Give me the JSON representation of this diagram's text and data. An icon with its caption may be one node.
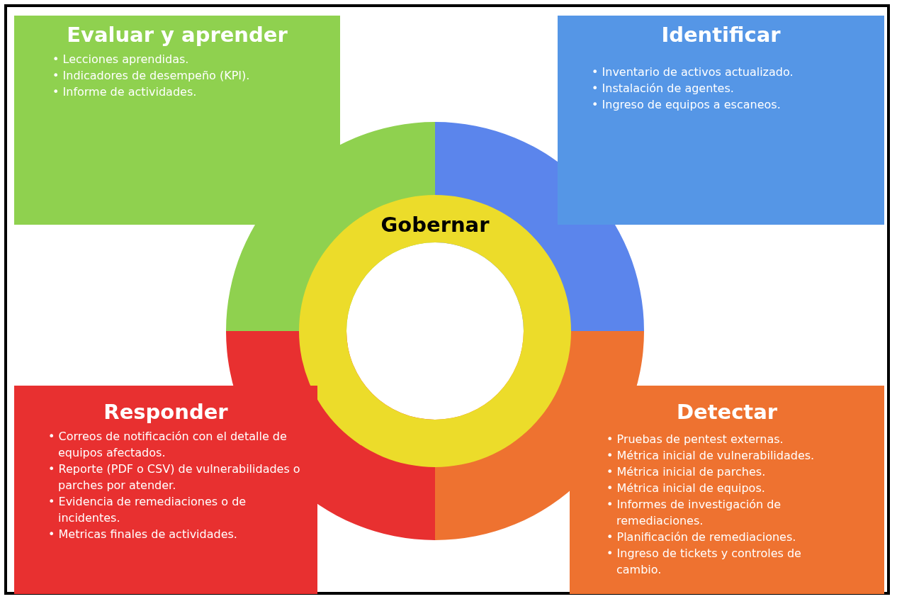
{
  "diagram": {
    "nodes": [
      {
        "text": [
          "Evaluar y aprender",
          "• Lecciones aprendidas.",
          "• Indicadores de desempeño (KPI).",
          "• Informe de actividades."
        ]
      },
      {
        "text": [
          "Identificar",
          "• Inventario de activos actualizado.",
          "• Instalación de agentes.",
          "• Ingreso de equipos a escaneos."
        ]
      },
      {
        "text": [
          "Gobernar"
        ]
      },
      {
        "text": [
          "Responder",
          "• Correos de notificación con el detalle de equipos afectados.",
          "• Reporte (PDF o CSV) de vulnerabilidades o parches por atender.",
          "• Evidencia de remediaciones o de incidentes.",
          "• Metricas finales de actividades."
        ]
      },
      {
        "text": [
          "Detectar",
          "• Pruebas de pentest externas.",
          "• Métrica inicial de vulnerabilidades.",
          "• Métrica inicial de parches.",
          "• Métrica inicial de equipos.",
          "• Informes de investigación de remediaciones.",
          "• Planificación de remediaciones.",
          "• Ingreso de tickets y controles de cambio."
        ]
      }
    ],
    "edges": []
  }
}
